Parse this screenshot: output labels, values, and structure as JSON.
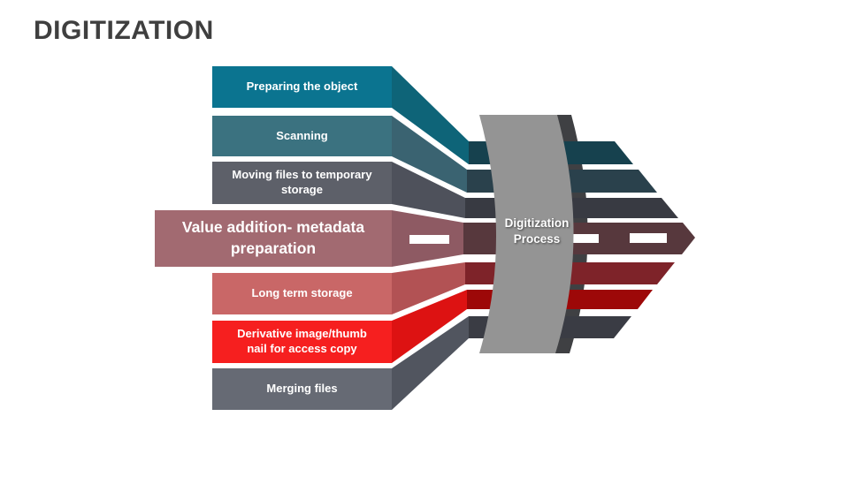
{
  "slide": {
    "title": "DIGITIZATION",
    "title_color": "#3F3F3F"
  },
  "band": {
    "label": "Digitization Process",
    "fill": "#949494",
    "shadow_fill": "#3F4043"
  },
  "road": {
    "dash_color": "#FFFFFF"
  },
  "steps": [
    {
      "label": "Preparing the object",
      "bar": "#0B7490",
      "side": "#0E6478",
      "dark": "#16414E"
    },
    {
      "label": "Scanning",
      "bar": "#3B7280",
      "side": "#3A6371",
      "dark": "#2A414C"
    },
    {
      "label": "Moving files to temporary storage",
      "bar": "#5D6069",
      "side": "#4E515B",
      "dark": "#383A42"
    },
    {
      "label": "Value addition- metadata preparation",
      "bar": "#A26A71",
      "side": "#8E5A63",
      "dark": "#57383D"
    },
    {
      "label": "Long term storage",
      "bar": "#C96767",
      "side": "#B25254",
      "dark": "#7E2329"
    },
    {
      "label": "Derivative image/thumb nail for access copy",
      "bar": "#F61F1F",
      "side": "#DD1212",
      "dark": "#9D0808"
    },
    {
      "label": "Merging  files",
      "bar": "#666A74",
      "side": "#51555F",
      "dark": "#3A3C44"
    }
  ]
}
